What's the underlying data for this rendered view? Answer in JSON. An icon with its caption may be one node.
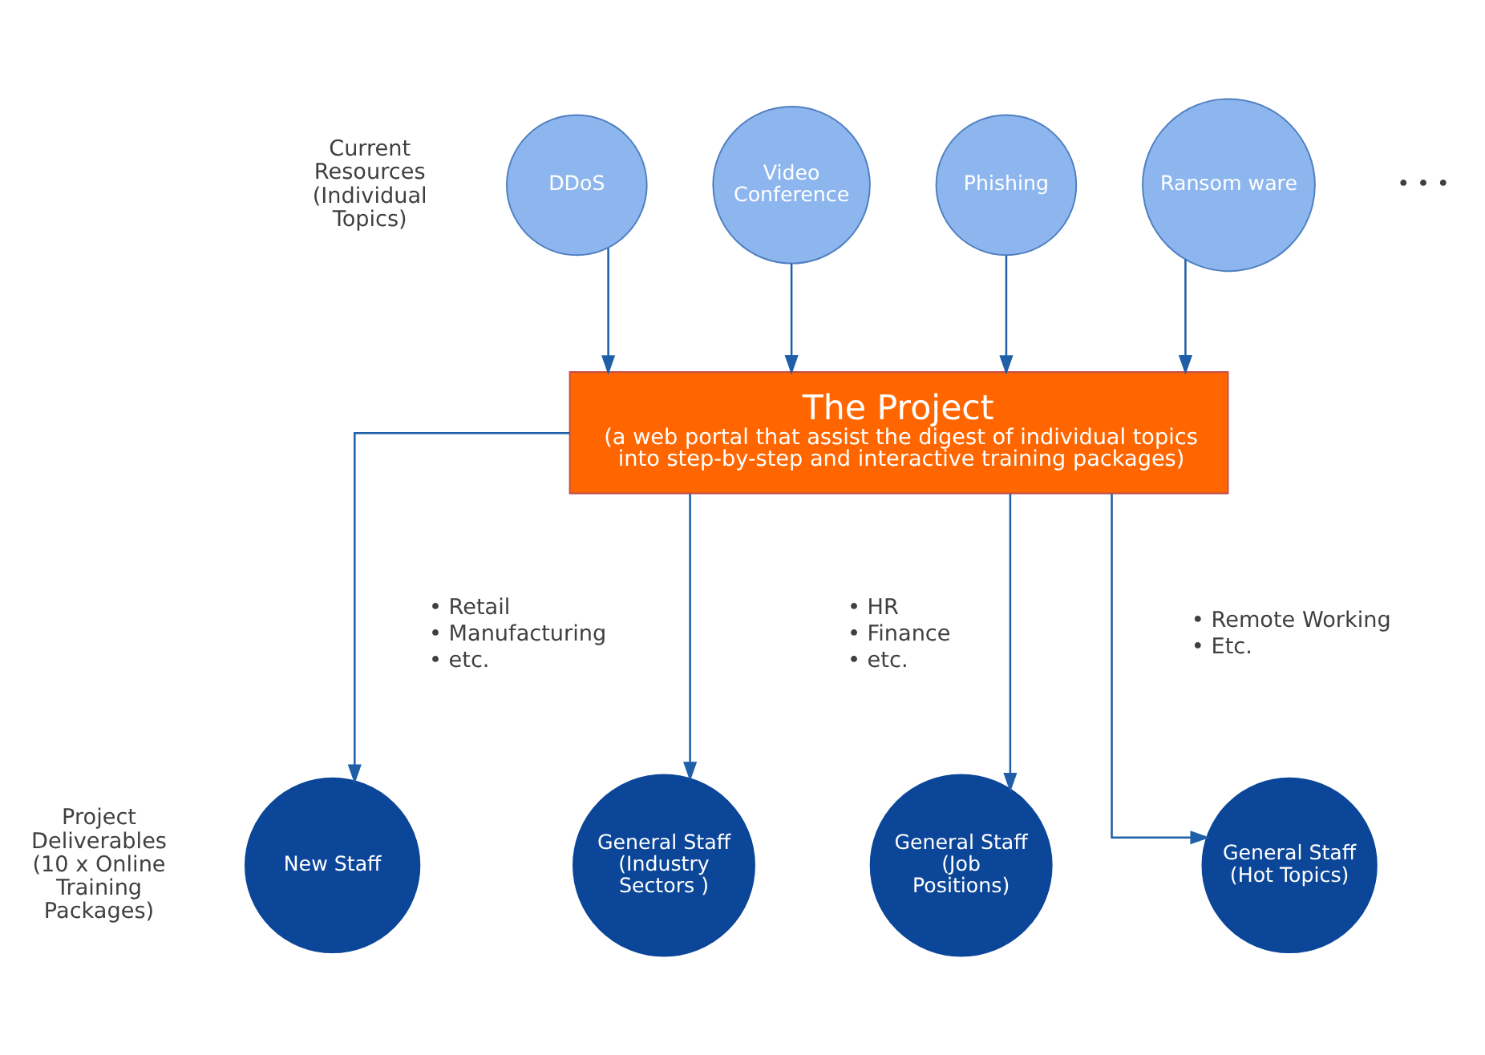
{
  "diagram": {
    "nodes": [
      {
        "text": [
          "DDoS"
        ]
      },
      {
        "text": [
          "Video Conference"
        ]
      },
      {
        "text": [
          "Phishing"
        ]
      },
      {
        "text": [
          "Ransom ware"
        ]
      },
      {
        "text": [
          "The Project",
          "(a web portal that assist the digest of individual topics into step-by-step and interactive training packages)"
        ]
      },
      {
        "text": [
          "New Staff"
        ]
      },
      {
        "text": [
          "General Staff (Industry Sectors )"
        ],
        "beside": [
          "• Retail",
          "• Manufacturing",
          "• etc."
        ]
      },
      {
        "text": [
          "General Staff (Job Positions)"
        ],
        "beside": [
          "• HR",
          "• Finance",
          "• etc."
        ]
      },
      {
        "text": [
          "General Staff (Hot Topics)"
        ],
        "beside": [
          "• Remote Working",
          "• Etc."
        ]
      }
    ],
    "edges": [
      {
        "from": 0,
        "to": 4,
        "arrow": "to"
      },
      {
        "from": 1,
        "to": 4,
        "arrow": "to"
      },
      {
        "from": 2,
        "to": 4,
        "arrow": "to"
      },
      {
        "from": 3,
        "to": 4,
        "arrow": "to"
      },
      {
        "from": 4,
        "to": 5,
        "arrow": "to"
      },
      {
        "from": 4,
        "to": 6,
        "arrow": "to"
      },
      {
        "from": 4,
        "to": 7,
        "arrow": "to"
      },
      {
        "from": 4,
        "to": 8,
        "arrow": "to"
      }
    ],
    "labels": [
      "Current Resources (Individual Topics)",
      "• • •",
      "Project Deliverables (10 x Online Training Packages)"
    ]
  }
}
